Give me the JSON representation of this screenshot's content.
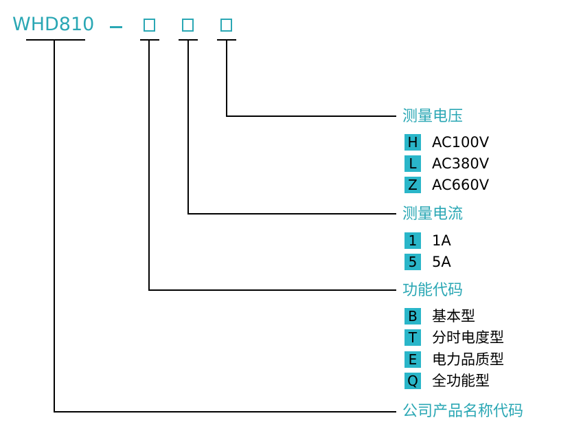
{
  "header": {
    "model": "WHD810",
    "dash": "–"
  },
  "groups": [
    {
      "heading": "测量电压",
      "options": [
        {
          "code": "H",
          "label": "AC100V"
        },
        {
          "code": "L",
          "label": "AC380V"
        },
        {
          "code": "Z",
          "label": "AC660V"
        }
      ]
    },
    {
      "heading": "测量电流",
      "options": [
        {
          "code": "1",
          "label": "1A"
        },
        {
          "code": "5",
          "label": "5A"
        }
      ]
    },
    {
      "heading": "功能代码",
      "options": [
        {
          "code": "B",
          "label": "基本型"
        },
        {
          "code": "T",
          "label": "分时电度型"
        },
        {
          "code": "E",
          "label": "电力品质型"
        },
        {
          "code": "Q",
          "label": "全功能型"
        }
      ]
    },
    {
      "heading": "公司产品名称代码",
      "options": []
    }
  ],
  "colors": {
    "accent": "#2aa7b4",
    "code_fill": "#2ab6c9",
    "line": "#000000"
  }
}
